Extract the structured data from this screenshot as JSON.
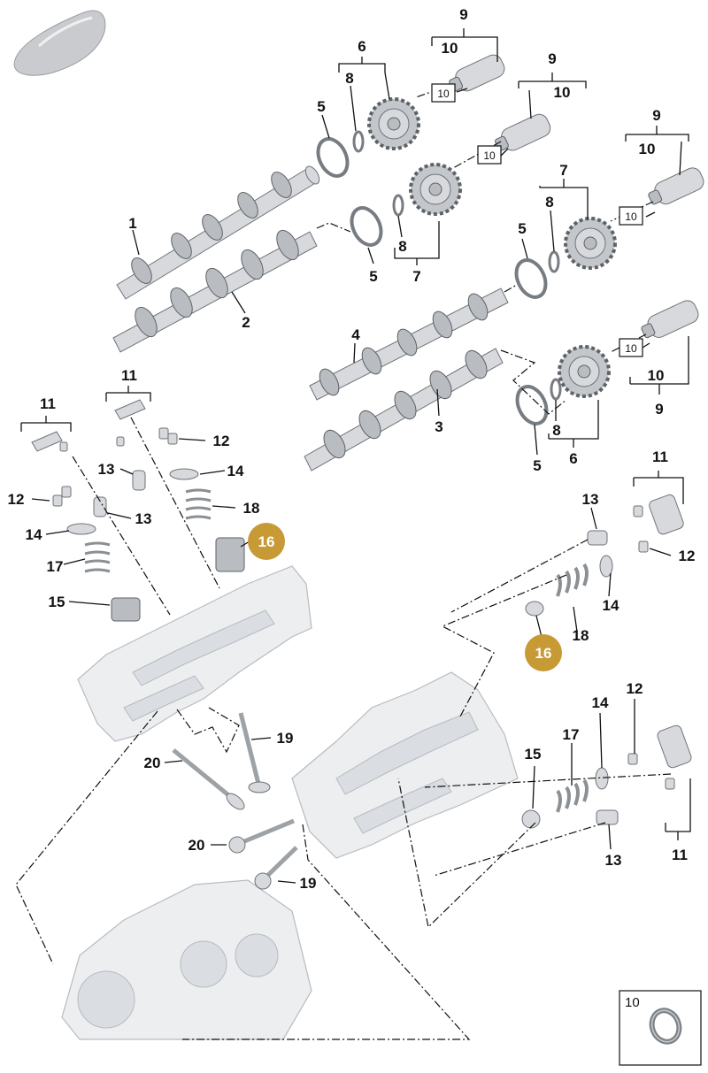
{
  "labels": {
    "camshaft_1": "1",
    "camshaft_2": "2",
    "camshaft_3": "3",
    "camshaft_4": "4",
    "seal_5": "5",
    "adjuster_6": "6",
    "adjuster_7": "7",
    "bolt_8": "8",
    "valve_9": "9",
    "ring_10": "10",
    "rocker_11": "11",
    "key_12": "12",
    "lifter_13": "13",
    "retainer_14": "14",
    "seat_15": "15",
    "seal_16": "16",
    "inner_spring_17": "17",
    "outer_spring_18": "18",
    "valve_19": "19",
    "valve_20": "20"
  },
  "legend": {
    "number": "10",
    "icon": "o-ring"
  },
  "colors": {
    "callout_fill": "#c79a35",
    "line": "#111111",
    "part": "#d7d9dc"
  }
}
